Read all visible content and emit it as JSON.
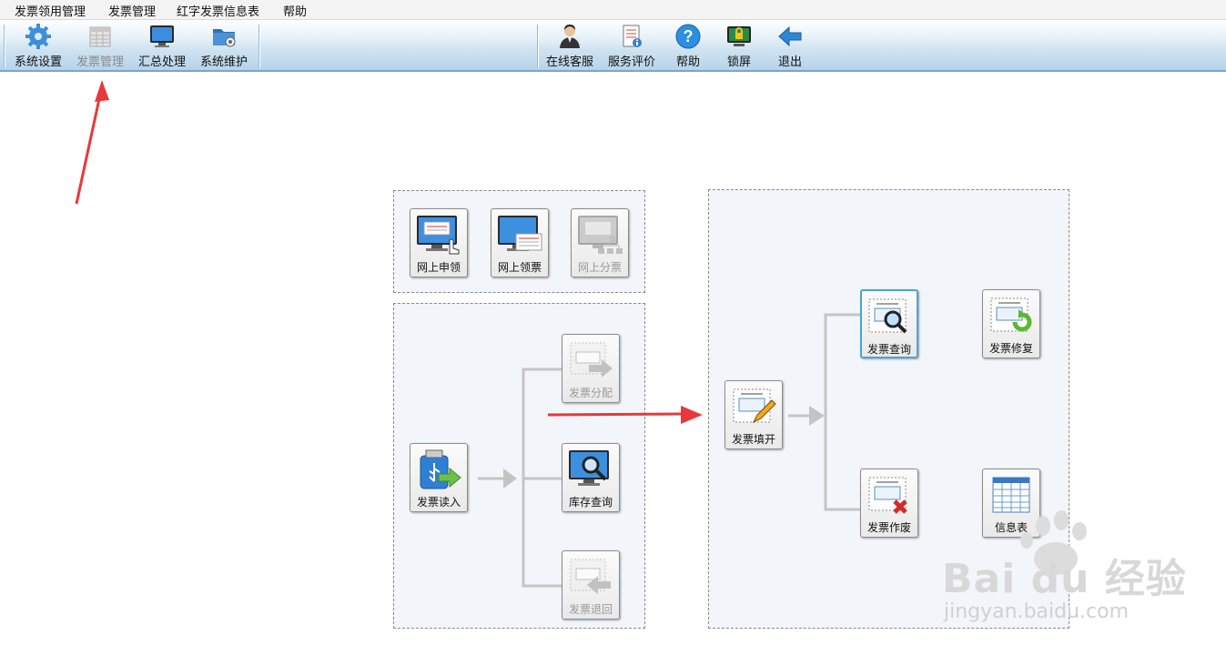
{
  "menu": [
    "发票领用管理",
    "发票管理",
    "红字发票信息表",
    "帮助"
  ],
  "toolbar": {
    "left": [
      {
        "label": "系统设置",
        "icon": "gear-icon"
      },
      {
        "label": "发票管理",
        "icon": "invoice-grid-icon"
      },
      {
        "label": "汇总处理",
        "icon": "monitor-icon"
      },
      {
        "label": "系统维护",
        "icon": "folder-gear-icon"
      }
    ],
    "right": [
      {
        "label": "在线客服",
        "icon": "person-icon"
      },
      {
        "label": "服务评价",
        "icon": "document-icon"
      },
      {
        "label": "帮助",
        "icon": "help-icon"
      },
      {
        "label": "锁屏",
        "icon": "lock-screen-icon"
      },
      {
        "label": "退出",
        "icon": "exit-arrow-icon"
      }
    ]
  },
  "online_panel": {
    "tiles": [
      "网上申领",
      "网上领票",
      "网上分票"
    ]
  },
  "stock_panel": {
    "read": "发票读入",
    "distribute": "发票分配",
    "inventory": "库存查询",
    "return": "发票退回"
  },
  "issue_panel": {
    "fill": "发票填开",
    "query": "发票查询",
    "repair": "发票修复",
    "void": "发票作废",
    "info": "信息表"
  },
  "watermark": {
    "main": "Bai du 经验",
    "sub": "jingyan.baidu.com"
  },
  "colors": {
    "toolbar_blue": "#b6d3e9",
    "annotation_red": "#e8383b",
    "panel_bg": "#f2f6fa",
    "selected_border": "#4aa3d6"
  }
}
